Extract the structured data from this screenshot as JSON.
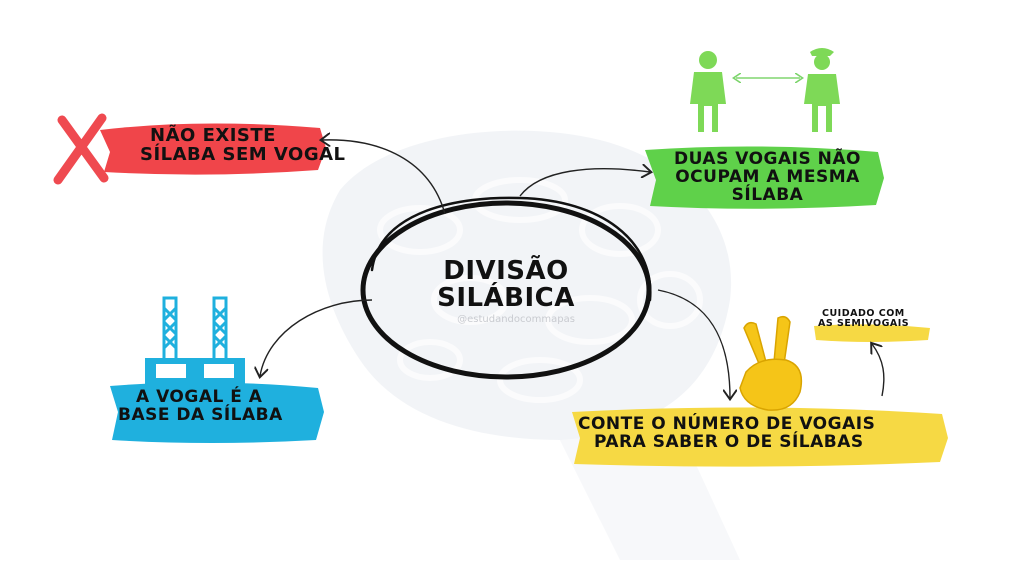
{
  "center": {
    "line1": "DIVISÃO",
    "line2": "SILÁBICA",
    "watermark": "@estudandocommapas"
  },
  "nodes": {
    "no_syllable_without_vowel": {
      "line1": "NÃO EXISTE",
      "line2": "SÍLABA SEM VOGAL",
      "color": "#f0454a",
      "icon": "red-x-icon"
    },
    "two_vowels": {
      "line1": "DUAS VOGAIS NÃO",
      "line2": "OCUPAM A MESMA",
      "line3": "SÍLABA",
      "color": "#5fd14a",
      "icon": "two-people-distance-icon"
    },
    "vowel_base": {
      "line1": "A VOGAL É A",
      "line2": "BASE DA SÍLABA",
      "color": "#1fb0de",
      "icon": "building-foundation-icon"
    },
    "count_vowels": {
      "line1": "CONTE O NÚMERO DE VOGAIS",
      "line2": "PARA SABER O DE SÍLABAS",
      "color": "#f6d944",
      "icon": "victory-hand-icon"
    }
  },
  "note": {
    "line1": "CUIDADO COM",
    "line2": "AS SEMIVOGAIS",
    "color": "#f6d944"
  }
}
